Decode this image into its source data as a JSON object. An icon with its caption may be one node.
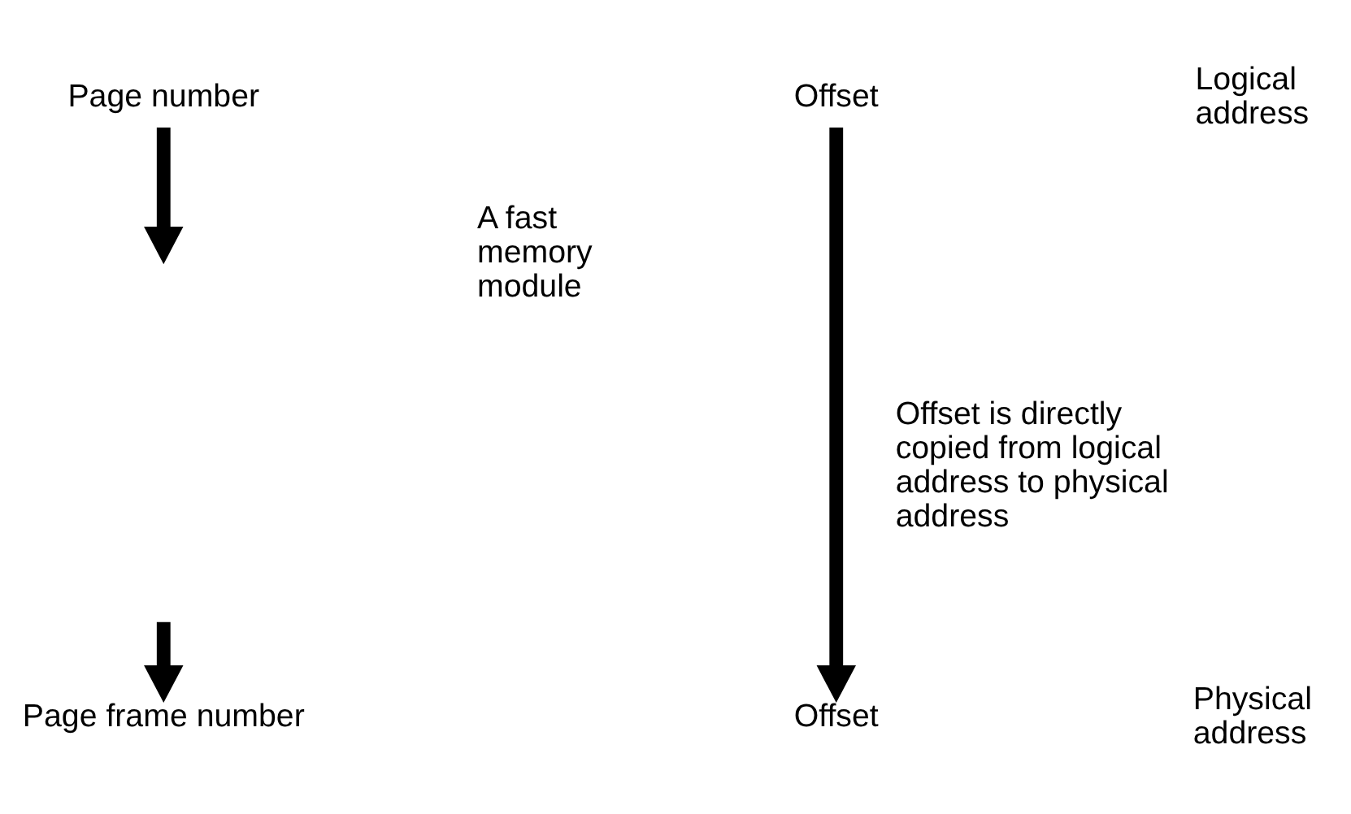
{
  "diagram": {
    "nodes": [
      {
        "text": [
          "Page number"
        ]
      },
      {
        "text": [
          "Offset"
        ]
      },
      {
        "text": [
          "Page frame number"
        ]
      },
      {
        "text": [
          "Offset"
        ]
      }
    ],
    "edges": [
      {
        "from": 0,
        "to": null,
        "arrow": "to"
      },
      {
        "from": null,
        "to": 2,
        "arrow": "to"
      },
      {
        "from": 1,
        "to": 3,
        "arrow": "to",
        "label": "Offset is directly copied from logical address to physical address"
      }
    ],
    "labels": [
      "Logical address",
      "A fast memory module",
      "Physical address"
    ]
  }
}
